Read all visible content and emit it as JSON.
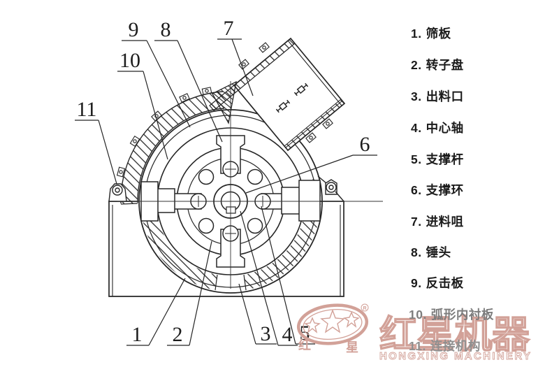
{
  "legend": {
    "items": [
      {
        "num": "1.",
        "label": "筛板"
      },
      {
        "num": "2.",
        "label": "转子盘"
      },
      {
        "num": "3.",
        "label": "出料口"
      },
      {
        "num": "4.",
        "label": "中心轴"
      },
      {
        "num": "5.",
        "label": "支撑杆"
      },
      {
        "num": "6.",
        "label": "支撑环"
      },
      {
        "num": "7.",
        "label": "进料咀"
      },
      {
        "num": "8.",
        "label": "锤头"
      },
      {
        "num": "9.",
        "label": "反击板"
      },
      {
        "num": "10.",
        "label": "弧形内衬板"
      },
      {
        "num": "11.",
        "label": "连接机构"
      }
    ]
  },
  "diagram": {
    "callouts": [
      "1",
      "2",
      "3",
      "4",
      "5",
      "6",
      "7",
      "8",
      "9",
      "10",
      "11"
    ]
  },
  "logo": {
    "brand_cn": "红星机器",
    "brand_en": "HONGXING MACHINERY",
    "char_left": "红",
    "char_right": "星",
    "registered": "R",
    "color": "#d2a198"
  },
  "colors": {
    "line": "#262626",
    "background": "#ffffff"
  }
}
